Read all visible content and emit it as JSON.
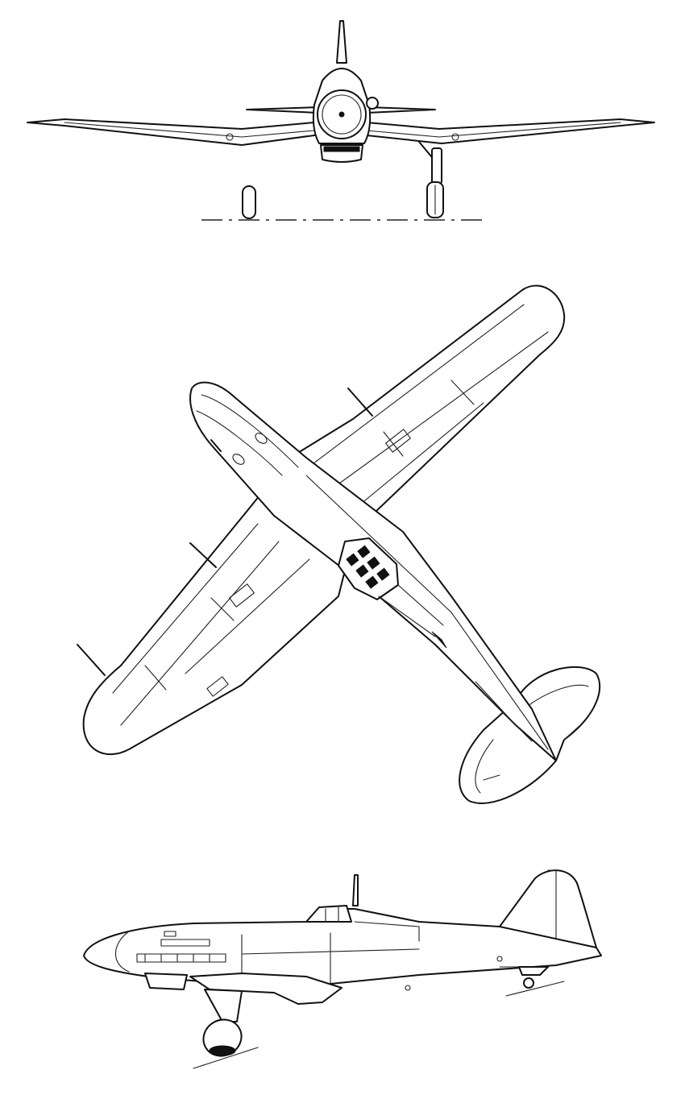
{
  "figure": {
    "views": [
      {
        "id": "front",
        "view": "front"
      },
      {
        "id": "top",
        "view": "top"
      },
      {
        "id": "side",
        "view": "side"
      }
    ],
    "colors": {
      "line": "#111111",
      "background": "#ffffff"
    }
  }
}
